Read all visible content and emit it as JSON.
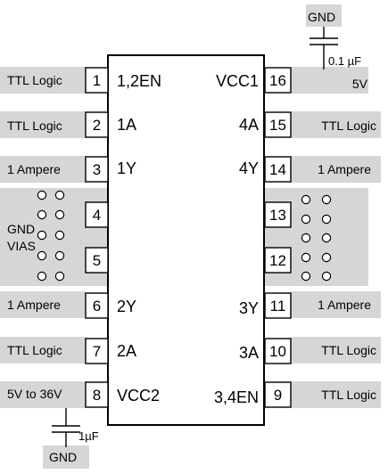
{
  "colors": {
    "pad": "#d6d6d6",
    "stroke": "#000000",
    "background": "#ffffff"
  },
  "ic": {
    "pins_left": [
      {
        "num": "1",
        "name": "1,2EN"
      },
      {
        "num": "2",
        "name": "1A"
      },
      {
        "num": "3",
        "name": "1Y"
      },
      {
        "num": "4",
        "name": ""
      },
      {
        "num": "5",
        "name": ""
      },
      {
        "num": "6",
        "name": "2Y"
      },
      {
        "num": "7",
        "name": "2A"
      },
      {
        "num": "8",
        "name": "VCC2"
      }
    ],
    "pins_right": [
      {
        "num": "16",
        "name": "VCC1"
      },
      {
        "num": "15",
        "name": "4A"
      },
      {
        "num": "14",
        "name": "4Y"
      },
      {
        "num": "13",
        "name": ""
      },
      {
        "num": "12",
        "name": ""
      },
      {
        "num": "11",
        "name": "3Y"
      },
      {
        "num": "10",
        "name": "3A"
      },
      {
        "num": "9",
        "name": "3,4EN"
      }
    ]
  },
  "pads": {
    "left": [
      "TTL Logic",
      "TTL Logic",
      "1 Ampere",
      "",
      "",
      "1 Ampere",
      "TTL Logic",
      "5V to 36V"
    ],
    "right": [
      "5V",
      "TTL Logic",
      "1 Ampere",
      "",
      "",
      "1 Ampere",
      "TTL Logic",
      "TTL Logic"
    ],
    "gnd_vias_line1": "GND",
    "gnd_vias_line2": "VIAS"
  },
  "caps": {
    "top": {
      "gnd_label": "GND",
      "value": "0.1 µF"
    },
    "bottom": {
      "gnd_label": "GND",
      "value": "1µF"
    }
  }
}
